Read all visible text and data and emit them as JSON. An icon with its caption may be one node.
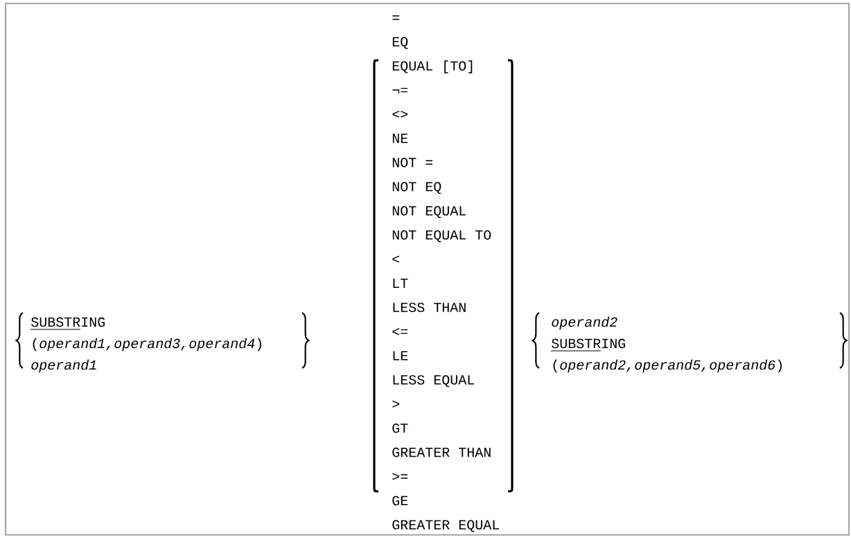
{
  "diagram": {
    "labels": [
      "SUBSTRING",
      "(*operand1,operand3,operand4*)",
      "*operand1*",
      "=",
      "EQ",
      "EQUAL [TO]",
      "¬=",
      "<>",
      "NE",
      "NOT =",
      "NOT EQ",
      "NOT EQUAL",
      "NOT EQUAL TO",
      "<",
      "LT",
      "LESS THAN",
      "<=",
      "LE",
      "LESS EQUAL",
      ">",
      "GT",
      "GREATER THAN",
      ">=",
      "GE",
      "GREATER EQUAL",
      "*operand2*",
      "SUBSTRING",
      "(*operand2,operand5,operand6*)"
    ]
  }
}
